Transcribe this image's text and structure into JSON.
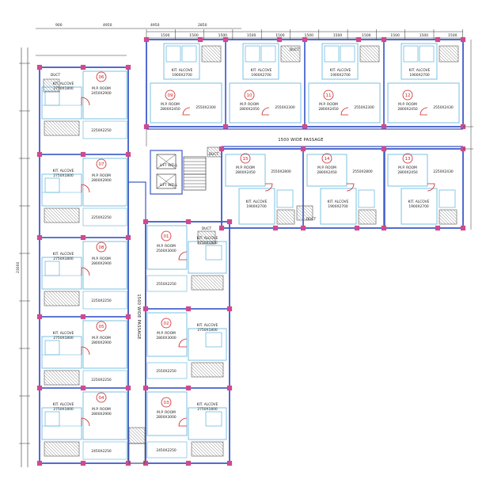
{
  "colors": {
    "wall": "#3b57c8",
    "inner_wall": "#5ab3dc",
    "column": "#d04a8c",
    "dimension": "#333333",
    "red_mark": "#cc2222",
    "hatch": "#555555"
  },
  "corridors": {
    "horizontal": "1500 WIDE PASSAGE",
    "vertical": "1500 WIDE PASSAGE"
  },
  "lifts": [
    "LIFT WELL",
    "LIFT WELL"
  ],
  "duct_labels": [
    "DUCT",
    "DUCT",
    "DUCT",
    "DUCT",
    "DUCT"
  ],
  "top_dims": [
    "1500",
    "1500",
    "1500",
    "1500",
    "1500",
    "1500",
    "1500",
    "1500",
    "1500",
    "1500",
    "1500"
  ],
  "left_units": [
    {
      "no": "06",
      "room": "M.P. ROOM",
      "room_size": "2450X2900",
      "alcove": "KIT. ALCOVE",
      "alcove_size": "2750X1800",
      "dim": "2250X2250"
    },
    {
      "no": "07",
      "room": "M.P. ROOM",
      "room_size": "2800X2900",
      "alcove": "KIT. ALCOVE",
      "alcove_size": "2750X1800",
      "dim": "2250X2250"
    },
    {
      "no": "08",
      "room": "M.P. ROOM",
      "room_size": "2800X2900",
      "alcove": "KIT. ALCOVE",
      "alcove_size": "2750X1800",
      "dim": "2250X2250"
    },
    {
      "no": "05",
      "room": "M.P. ROOM",
      "room_size": "2800X2900",
      "alcove": "KIT. ALCOVE",
      "alcove_size": "2750X1800",
      "dim": "2250X2250"
    },
    {
      "no": "04",
      "room": "M.P. ROOM",
      "room_size": "2800X2900",
      "alcove": "KIT. ALCOVE",
      "alcove_size": "2750X1800",
      "dim": "2450X2250"
    }
  ],
  "right_units": [
    {
      "no": "01",
      "room": "M.P. ROOM",
      "room_size": "2500X3000",
      "alcove": "KIT. ALCOVE",
      "alcove_size": "2750X1800",
      "dim": "2550X2250"
    },
    {
      "no": "02",
      "room": "M.P. ROOM",
      "room_size": "2800X3000",
      "alcove": "KIT. ALCOVE",
      "alcove_size": "2750X1800",
      "dim": "2550X2250"
    },
    {
      "no": "03",
      "room": "M.P. ROOM",
      "room_size": "2800X3000",
      "alcove": "KIT. ALCOVE",
      "alcove_size": "2750X1800",
      "dim": "2450X2250"
    }
  ],
  "top_units": [
    {
      "no": "09",
      "room": "M.P. ROOM",
      "room_size": "2800X2450",
      "alcove": "KIT. ALCOVE",
      "alcove_size": "1900X2700",
      "dim": "2550X2300"
    },
    {
      "no": "10",
      "room": "M.P. ROOM",
      "room_size": "2800X2450",
      "alcove": "KIT. ALCOVE",
      "alcove_size": "1900X2700",
      "dim": "2550X2300"
    },
    {
      "no": "11",
      "room": "M.P. ROOM",
      "room_size": "2800X2450",
      "alcove": "KIT. ALCOVE",
      "alcove_size": "1900X2700",
      "dim": "2550X2300"
    },
    {
      "no": "12",
      "room": "M.P. ROOM",
      "room_size": "2800X2450",
      "alcove": "KIT. ALCOVE",
      "alcove_size": "1900X2700",
      "dim": "2550X2430"
    }
  ],
  "bottom_units": [
    {
      "no": "15",
      "room": "M.P. ROOM",
      "room_size": "2800X2450",
      "alcove": "KIT. ALCOVE",
      "alcove_size": "1900X2700"
    },
    {
      "no": "14",
      "room": "M.P. ROOM",
      "room_size": "2800X2450",
      "alcove": "KIT. ALCOVE",
      "alcove_size": "1900X2700"
    },
    {
      "no": "13",
      "room": "M.P. ROOM",
      "room_size": "2800X2450",
      "alcove": "KIT. ALCOVE",
      "alcove_size": "1900X2700"
    }
  ],
  "mid_labels": [
    "2550X2800",
    "2550X2800",
    "2250X2430"
  ],
  "left_dim_label": "23000",
  "top_labels": [
    "900",
    "4950",
    "4950",
    "2850"
  ]
}
